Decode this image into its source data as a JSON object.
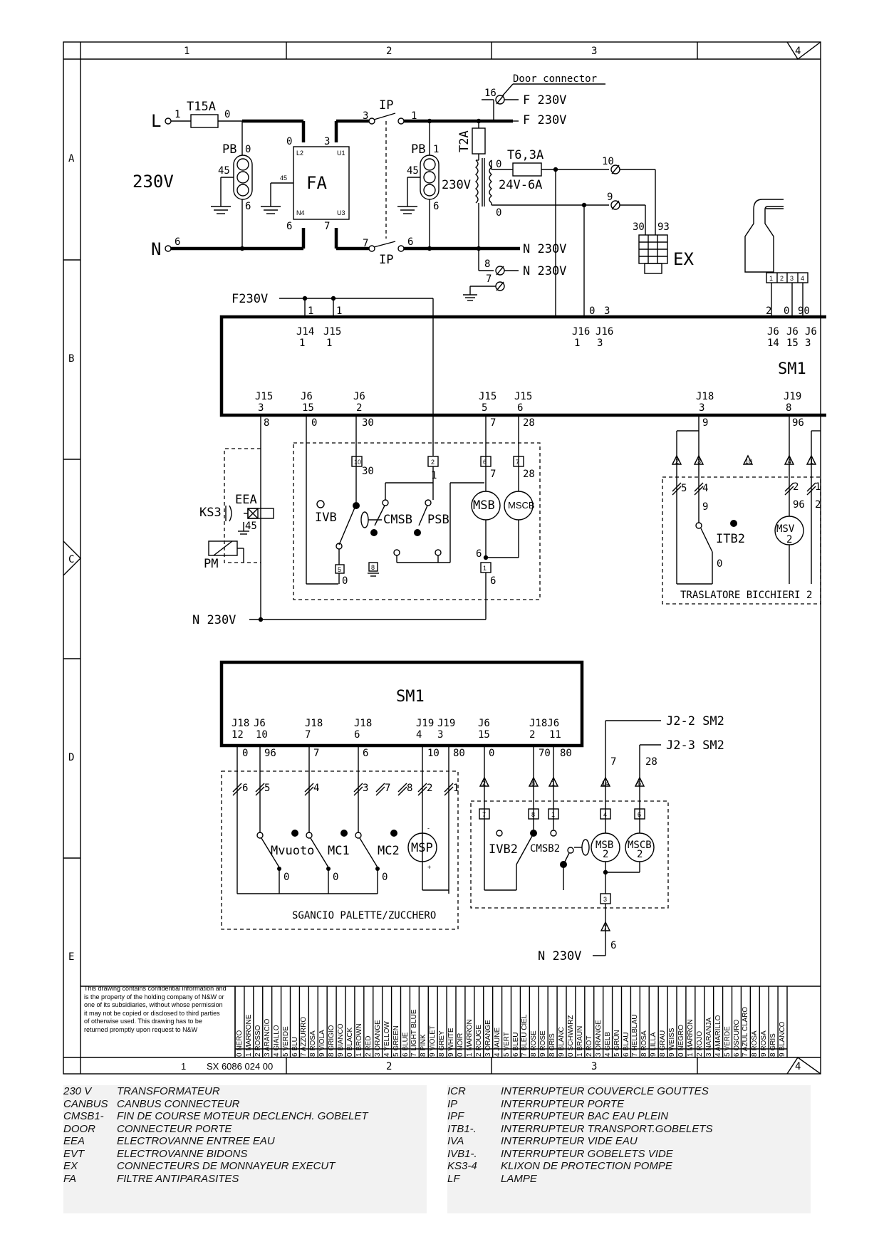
{
  "frame": {
    "columns": [
      "1",
      "2",
      "3",
      "4"
    ],
    "rows": [
      "A",
      "B",
      "C",
      "D",
      "E"
    ],
    "drawing_number": "SX 6086 024 00"
  },
  "notice": "This drawing contains confidential information and is the property of the holding company of N&W or one of its subsidiaries, without whose permission it may not be copied or disclosed to third parties of otherwise used. This drawing has to be returned promptly upon request to N&W",
  "labels": {
    "L": "L",
    "N": "N",
    "v230": "230V",
    "t15a": "T15A",
    "pb": "PB",
    "fa": "FA",
    "ip": "IP",
    "door": "Door connector",
    "f230v": "F 230V",
    "n230v": "N 230V",
    "t2a": "T2A",
    "t63a": "T6,3A",
    "v24": "24V-6A",
    "ex": "EX",
    "f230v_short": "F230V",
    "sm1": "SM1",
    "eea": "EEA",
    "ks3": "KS3",
    "pm": "PM",
    "ivb": "IVB",
    "cmsb": "CMSB",
    "psb": "PSB",
    "msb": "MSB",
    "mscb": "MSCB",
    "itb2": "ITB2",
    "msv": "MSV",
    "msv_num": "2",
    "traslatore": "TRASLATORE BICCHIERI 2",
    "mvuoto": "Mvuoto",
    "mc1": "MC1",
    "mc2": "MC2",
    "msp": "MSP",
    "sgancio": "SGANCIO PALETTE/ZUCCHERO",
    "ivb2": "IVB2",
    "cmsb2": "CMSB2",
    "msb2": "MSB",
    "mscb2": "MSCB",
    "two": "2",
    "j22": "J2-2 SM2",
    "j23": "J2-3 SM2"
  },
  "wire_colors": [
    "0 NERO",
    "1 MARRONE",
    "2 ROSSO",
    "3 ARANCIO",
    "4 GIALLO",
    "5 VERDE",
    "6 BLU",
    "7 AZZURRO",
    "8 ROSA",
    "9 VIOLA",
    "8 GRIGIO",
    "9 BIANCO",
    "0 BLACK",
    "1 BROWN",
    "2 RED",
    "3 ORANGE",
    "4 YELLOW",
    "5 GREEN",
    "6 BLUE",
    "7 LIGHT BLUE",
    "8 PINK",
    "9 VIOLET",
    "8 GREY",
    "9 WHITE",
    "0 NOIR",
    "1 MARRON",
    "2 ROUGE",
    "3 ORANGE",
    "4 JAUNE",
    "5 VERT",
    "6 BLEU",
    "7 BLEU CIEL",
    "8 ROSE",
    "9 ROSE",
    "8 GRIS",
    "9 BLANC",
    "0 SCHWARZ",
    "1 BRAUN",
    "2 ROT",
    "3 ORANGE",
    "4 GELB",
    "5 GRÜN",
    "6 BLAU",
    "7 HELLBLAU",
    "8 ROSA",
    "9 LILLA",
    "8 GRAU",
    "9 WEISS",
    "0 NEGRO",
    "1 MARRON",
    "2 ROJO",
    "3 NARANJA",
    "4 AMARILLO",
    "5 VERDE",
    "6 OSCURO",
    "7 AZUL CLARO",
    "8 ROSA",
    "9 ROSA",
    "8 GRIS",
    "9 BLANCO"
  ],
  "legend_left": [
    {
      "key": "230 V",
      "value": "TRANSFORMATEUR"
    },
    {
      "key": "CANBUS",
      "value": "CANBUS CONNECTEUR"
    },
    {
      "key": "CMSB1-",
      "value": "FIN DE COURSE MOTEUR DECLENCH. GOBELET"
    },
    {
      "key": "DOOR",
      "value": "CONNECTEUR PORTE"
    },
    {
      "key": "EEA",
      "value": "ELECTROVANNE ENTREE EAU"
    },
    {
      "key": "EVT",
      "value": "ELECTROVANNE BIDONS"
    },
    {
      "key": "EX",
      "value": "CONNECTEURS DE MONNAYEUR EXECUT"
    },
    {
      "key": "FA",
      "value": "FILTRE ANTIPARASITES"
    }
  ],
  "legend_right": [
    {
      "key": "ICR",
      "value": "INTERRUPTEUR COUVERCLE GOUTTES"
    },
    {
      "key": "IP",
      "value": "INTERRUPTEUR PORTE"
    },
    {
      "key": "IPF",
      "value": "INTERRUPTEUR BAC EAU PLEIN"
    },
    {
      "key": "ITB1-.",
      "value": "INTERRUPTEUR TRANSPORT.GOBELETS"
    },
    {
      "key": "IVA",
      "value": "INTERRUPTEUR  VIDE EAU"
    },
    {
      "key": "IVB1-.",
      "value": "INTERRUPTEUR GOBELETS VIDE"
    },
    {
      "key": "KS3-4",
      "value": "KLIXON DE PROTECTION POMPE"
    },
    {
      "key": "LF",
      "value": "LAMPE"
    }
  ]
}
